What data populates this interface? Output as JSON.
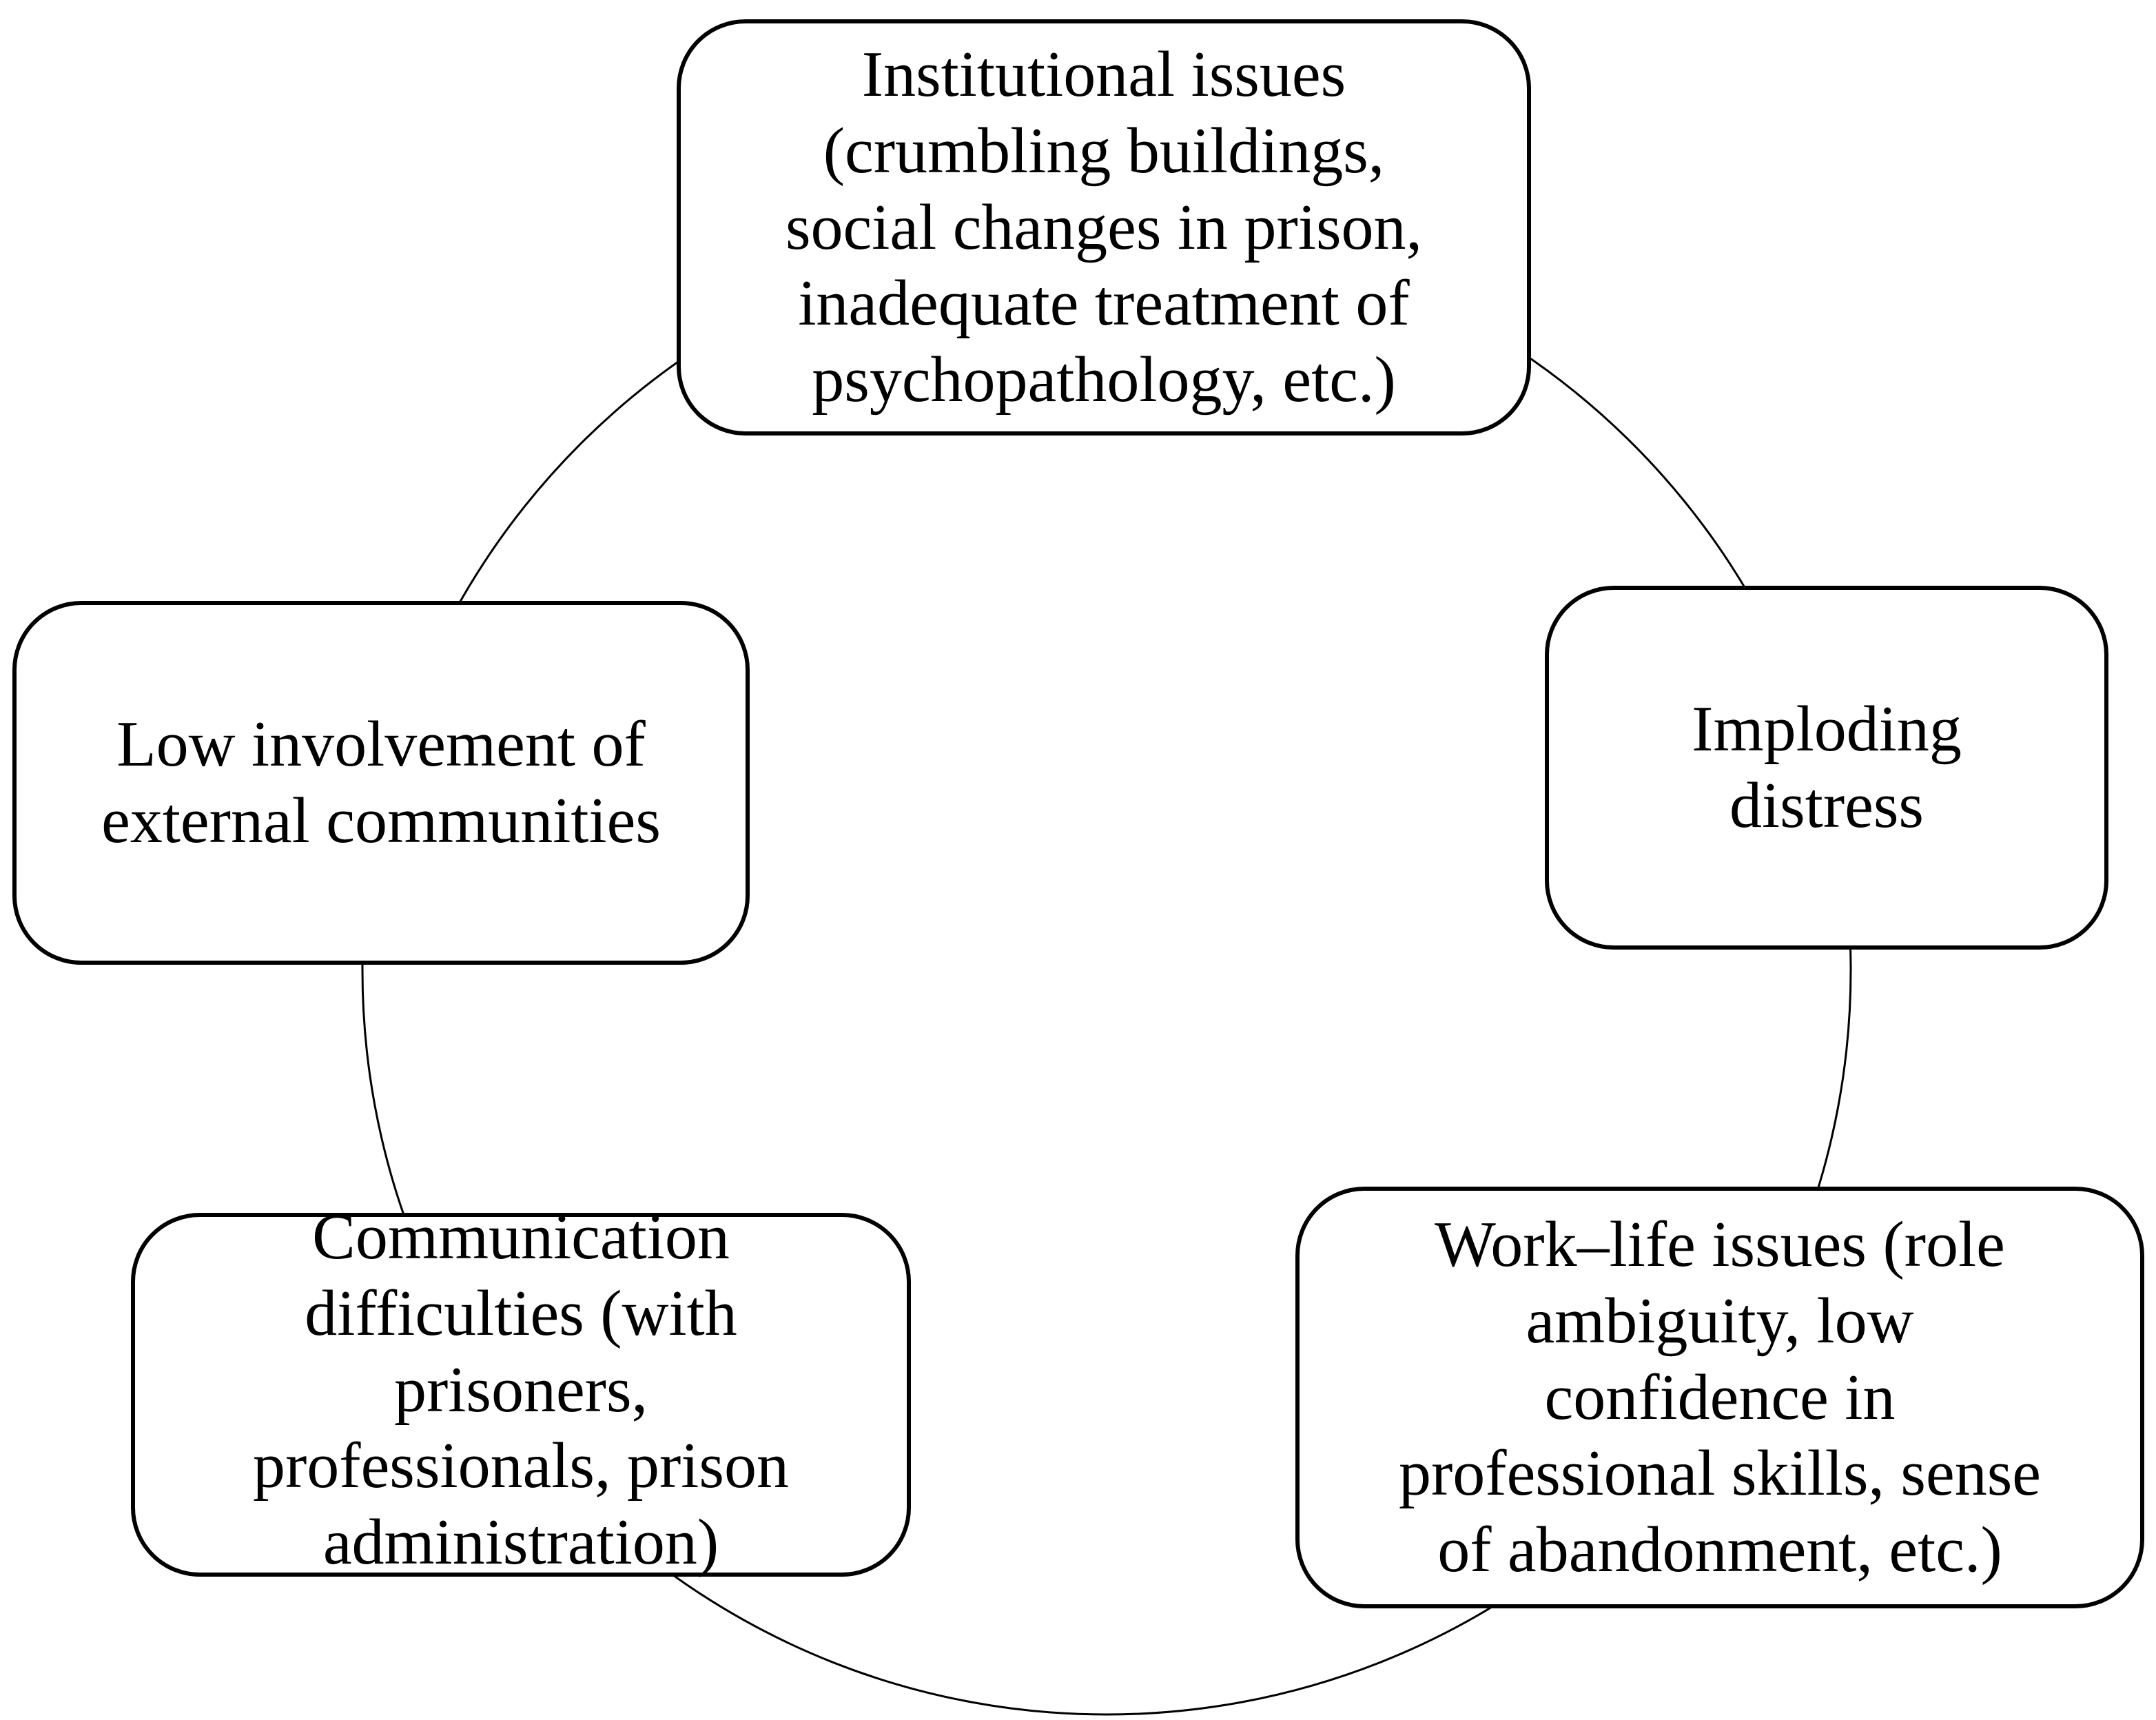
{
  "diagram": {
    "type": "cycle",
    "nodes": [
      {
        "id": "institutional",
        "text": "Institutional issues\n(crumbling buildings,\nsocial changes in prison,\ninadequate treatment of\npsychopathology, etc.)"
      },
      {
        "id": "imploding",
        "text": "Imploding\ndistress"
      },
      {
        "id": "worklife",
        "text": "Work–life issues (role\nambiguity, low\nconfidence in\nprofessional skills, sense\nof abandonment, etc.)"
      },
      {
        "id": "communication",
        "text": "Communication\ndifficulties (with\nprisoners,\nprofessionals, prison\nadministration)"
      },
      {
        "id": "low",
        "text": "Low involvement of\nexternal communities"
      }
    ],
    "connector_color": "#000000",
    "box_border_color": "#000000"
  }
}
